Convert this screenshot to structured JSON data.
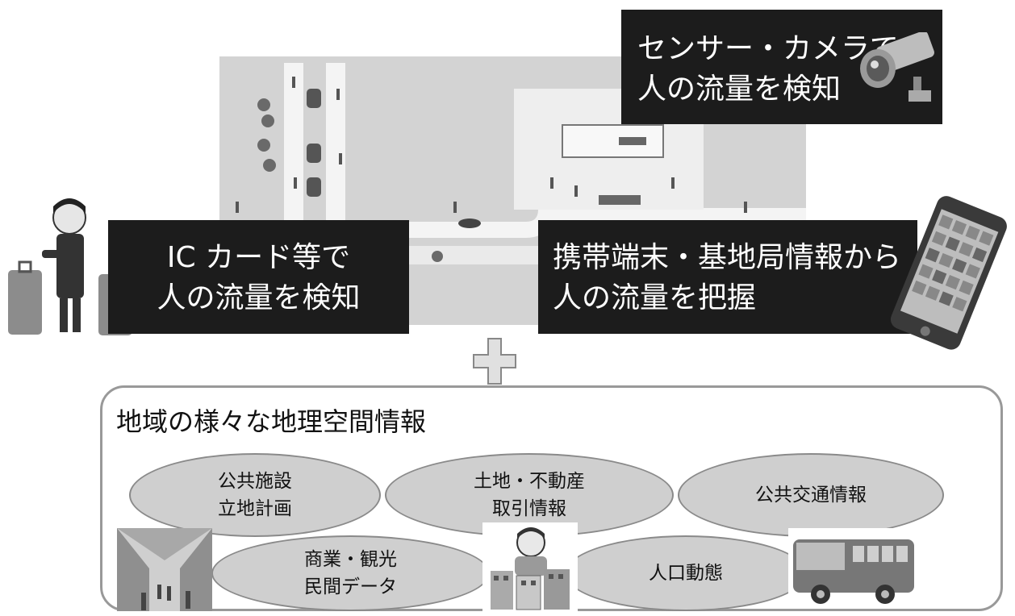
{
  "sensor_box": {
    "line1": "センサー・カメラで",
    "line2": "人の流量を検知"
  },
  "ic_box": {
    "line1": "IC カード等で",
    "line2": "人の流量を検知"
  },
  "mobile_box": {
    "line1": "携帯端末・基地局情報から",
    "line2": "人の流量を把握"
  },
  "geo_panel": {
    "title": "地域の様々な地理空間情報",
    "items": [
      {
        "line1": "公共施設",
        "line2": "立地計画"
      },
      {
        "line1": "土地・不動産",
        "line2": "取引情報"
      },
      {
        "line1": "公共交通情報",
        "line2": ""
      },
      {
        "line1": "商業・観光",
        "line2": "民間データ"
      },
      {
        "line1": "人口動態",
        "line2": ""
      }
    ]
  },
  "icons": [
    "station-map-illustration",
    "security-camera-icon",
    "businessman-with-suitcases-icon",
    "smartphone-icon",
    "plus-icon",
    "shopping-arcade-illustration",
    "person-with-buildings-illustration",
    "bus-illustration"
  ],
  "colors": {
    "box_fill": "#1c1c1c",
    "box_text": "#ffffff",
    "ellipse_fill": "#cfcfcf",
    "panel_border": "#999999"
  }
}
